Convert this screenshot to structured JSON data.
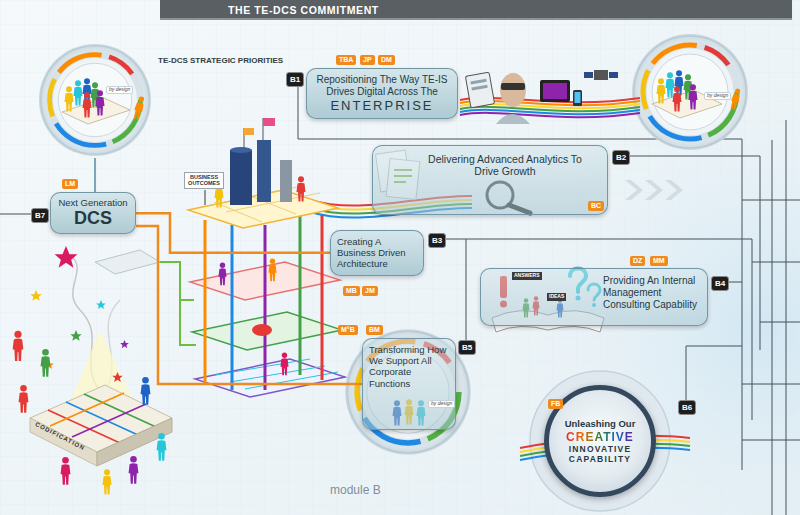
{
  "diagram": {
    "title": "THE TE-DCS COMMITMENT",
    "nodes": [
      {
        "text": [
          "Repositioning The Way TE-IS Drives Digital Across The",
          "ENTERPRISE"
        ]
      },
      {
        "text": [
          "Delivering Advanced Analytics To Drive Growth"
        ]
      },
      {
        "text": [
          "Next Generation",
          "DCS"
        ]
      },
      {
        "text": [
          "Creating A Business Driven Architecture"
        ]
      },
      {
        "text": [
          "Providing An Internal Management Consulting Capability"
        ]
      },
      {
        "text": [
          "Transforming How We Support All Corporate Functions"
        ]
      },
      {
        "text": [
          "Unleashing Our",
          "CREATIVE",
          "INNOVATIVE CAPABILITY"
        ]
      }
    ],
    "edges": [
      {
        "from": 2,
        "to": 3,
        "arrow": "none"
      },
      {
        "from": 2,
        "to": 5,
        "arrow": "none"
      }
    ],
    "labels": [
      "TE-DCS STRATEGIC PRIORITIES",
      "TBA",
      "JP",
      "DM",
      "B1",
      "B2",
      "BC",
      "LM",
      "B7",
      "BUSINESS OUTCOMES",
      "B3",
      "MB",
      "JM",
      "DZ",
      "MM",
      "B4",
      "ANSWERS",
      "IDEAS",
      "M°B",
      "BM",
      "B5",
      "FB",
      "B6",
      "CODIFICATION",
      "module B",
      "by design",
      "by design",
      "by design"
    ]
  }
}
